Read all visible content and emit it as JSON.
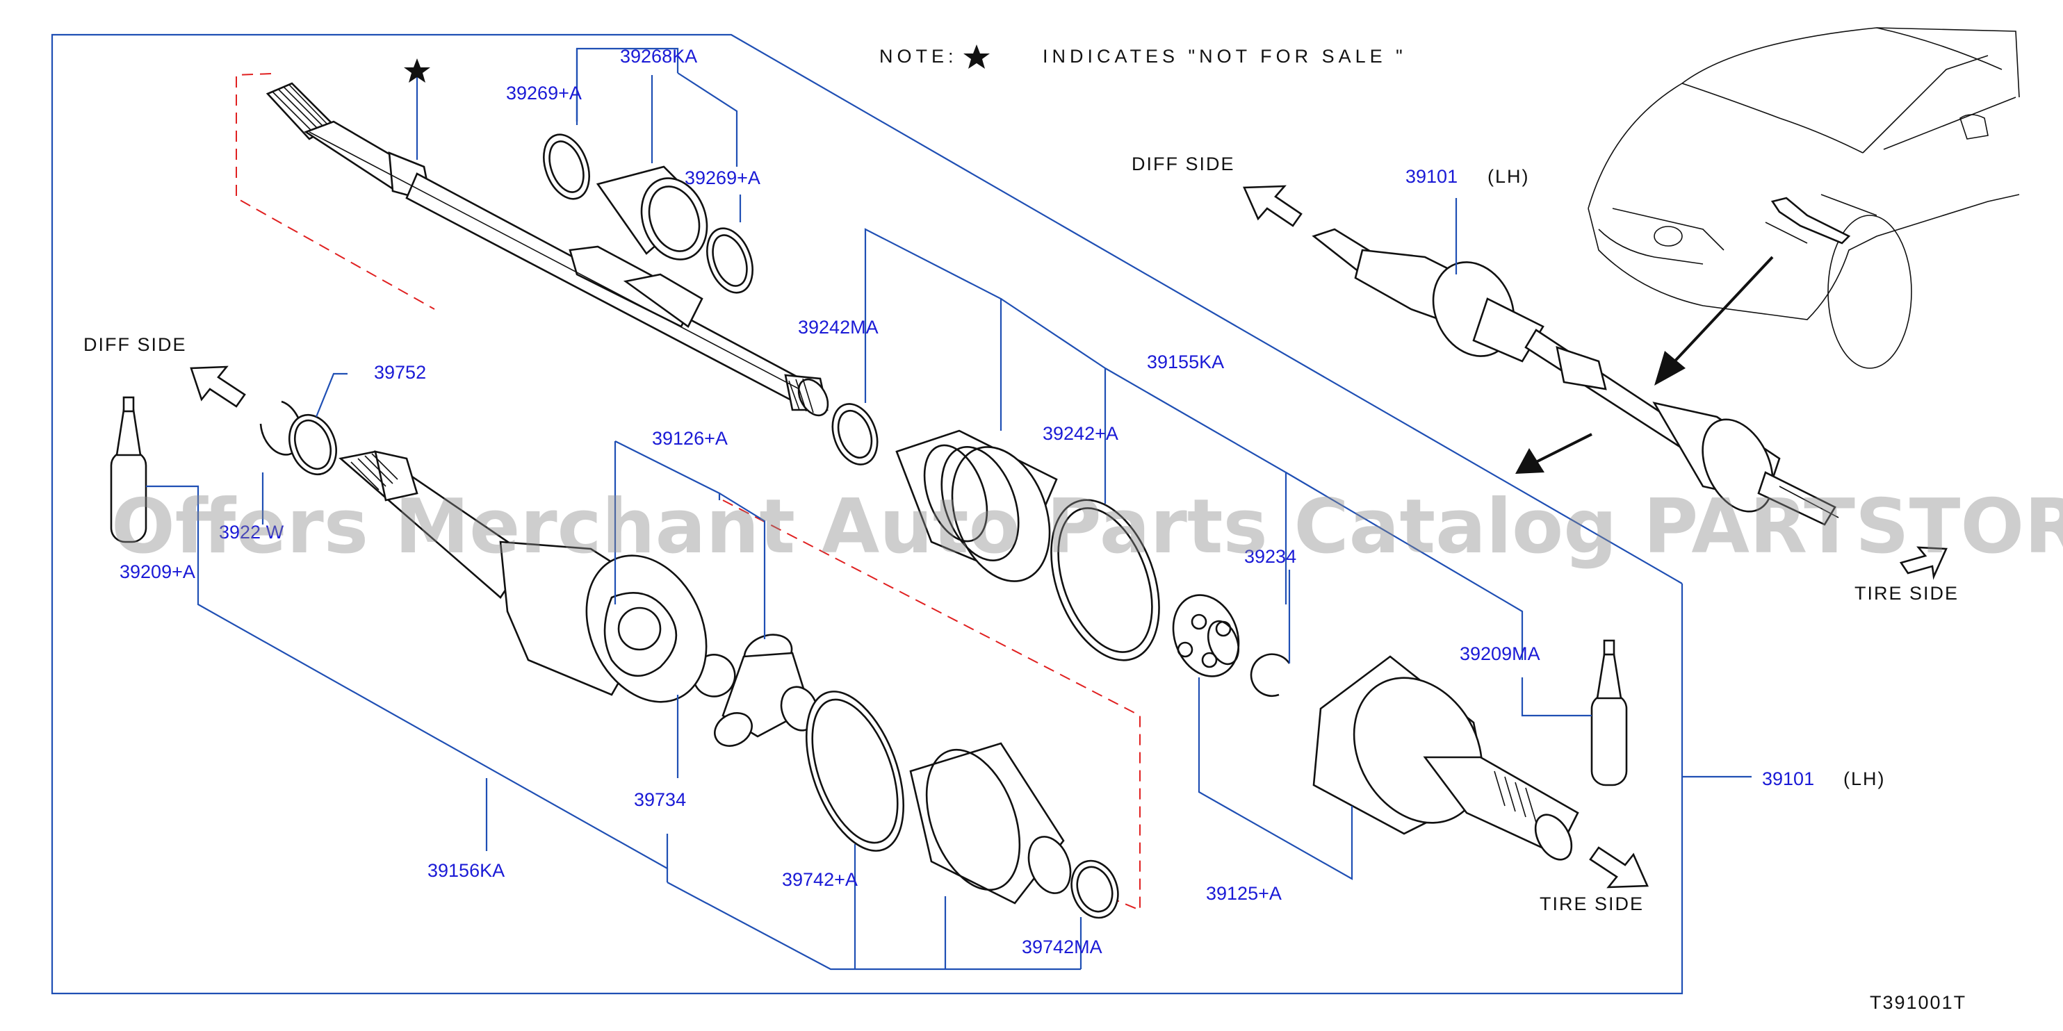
{
  "note": {
    "prefix": "NOTE:",
    "text": "INDICATES \"NOT FOR SALE \""
  },
  "sides": {
    "diff_left": "DIFF  SIDE",
    "diff_right": "DIFF  SIDE",
    "tire_right_top": "TIRE  SIDE",
    "tire_bottom": "TIRE  SIDE"
  },
  "part_labels": {
    "p39268KA": "39268KA",
    "p39269A_top": "39269+A",
    "p39269A_mid": "39269+A",
    "p39242MA": "39242MA",
    "p39155KA": "39155KA",
    "p39242A": "39242+A",
    "p39752": "39752",
    "p39126A": "39126+A",
    "p39209A": "39209+A",
    "p3922W": "3922  W",
    "p39234": "39234",
    "p39209MA": "39209MA",
    "p39734": "39734",
    "p39156KA": "39156KA",
    "p39742A": "39742+A",
    "p39742MA": "39742MA",
    "p39125A": "39125+A",
    "p39101_top": "39101",
    "p39101_top_lh": "(LH)",
    "p39101_right": "39101",
    "p39101_right_lh": "(LH)"
  },
  "diagram_code": "T391001T",
  "watermark": "Offers Merchant Auto Parts Catalog PARTSTORE.SA",
  "icons": {
    "star": "star-icon",
    "arrow": "hollow-arrow-icon"
  },
  "colors": {
    "label": "#1a1ad6",
    "leader": "#1f4fb4",
    "dashed": "#e02020",
    "ink": "#111111"
  }
}
